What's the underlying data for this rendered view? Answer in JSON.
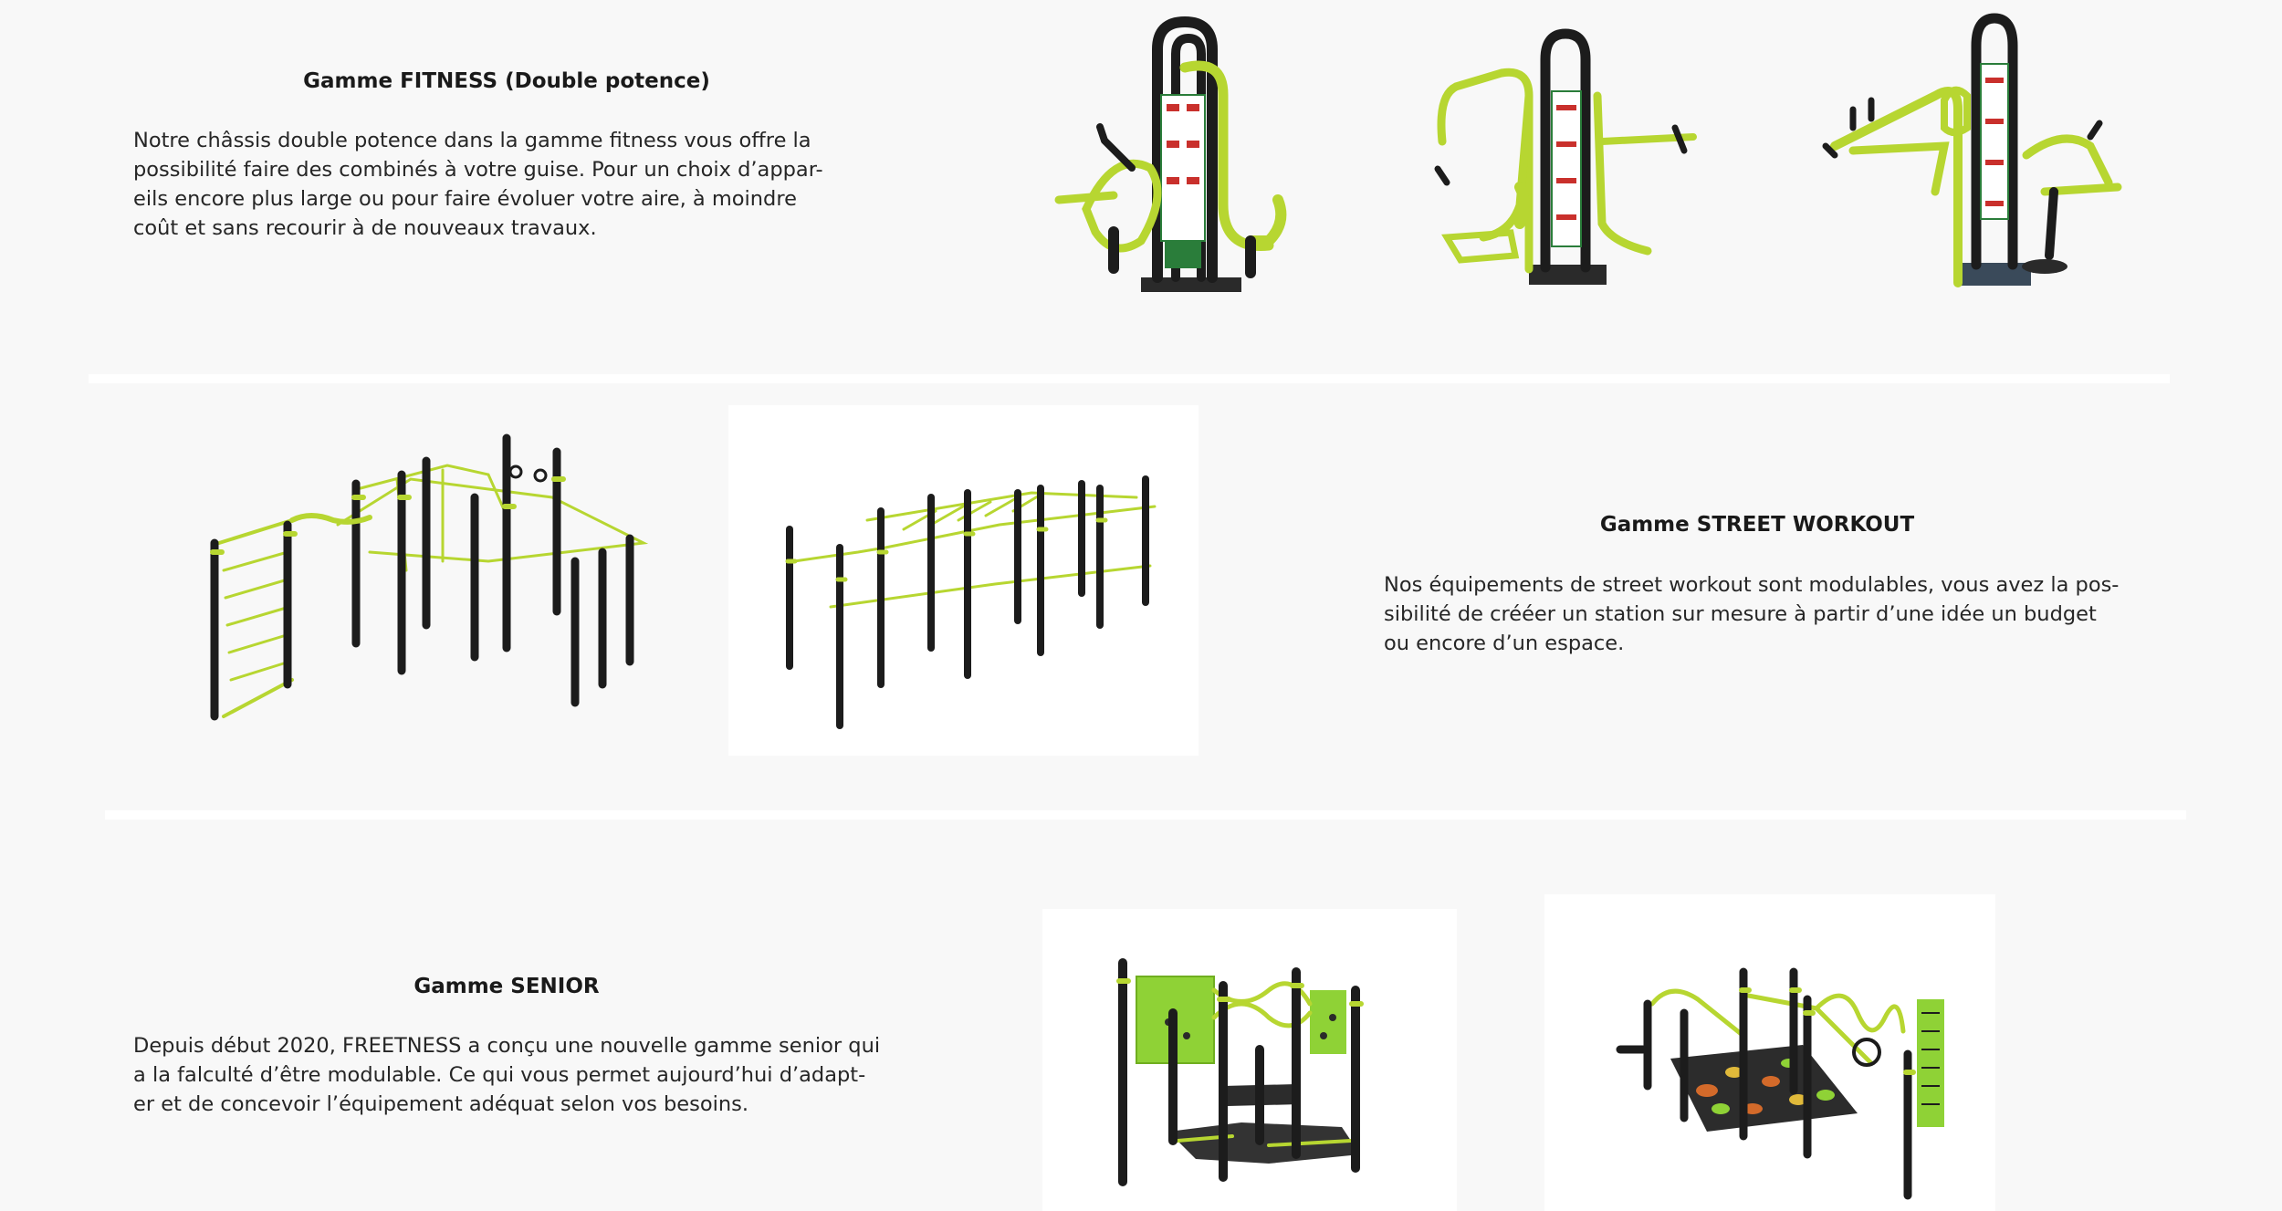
{
  "sections": {
    "fitness": {
      "title": "Gamme FITNESS (Double potence)",
      "lines": [
        "Notre châssis double potence dans la gamme fitness vous offre la",
        "possibilité faire des combinés à votre guise. Pour un choix d’appar-",
        "eils encore plus large ou pour faire évoluer votre aire, à moindre",
        "coût et sans recourir à de nouveaux travaux."
      ]
    },
    "street_workout": {
      "title": "Gamme STREET WORKOUT",
      "lines": [
        "Nos équipements de street workout sont modulables, vous avez la pos-",
        "sibilité de crééer un station sur mesure à partir d’une idée un budget",
        "ou encore d’un espace."
      ]
    },
    "senior": {
      "title": "Gamme SENIOR",
      "lines": [
        "Depuis début 2020, FREETNESS a conçu une nouvelle gamme senior qui",
        "a la falculté d’être modulable. Ce qui vous permet aujourd’hui d’adapt-",
        "er et de concevoir l’équipement adéquat selon vos besoins."
      ]
    }
  },
  "colors": {
    "accent_lime": "#b7d631",
    "frame_black": "#1c1c1c",
    "page_background": "#f8f8f8"
  }
}
